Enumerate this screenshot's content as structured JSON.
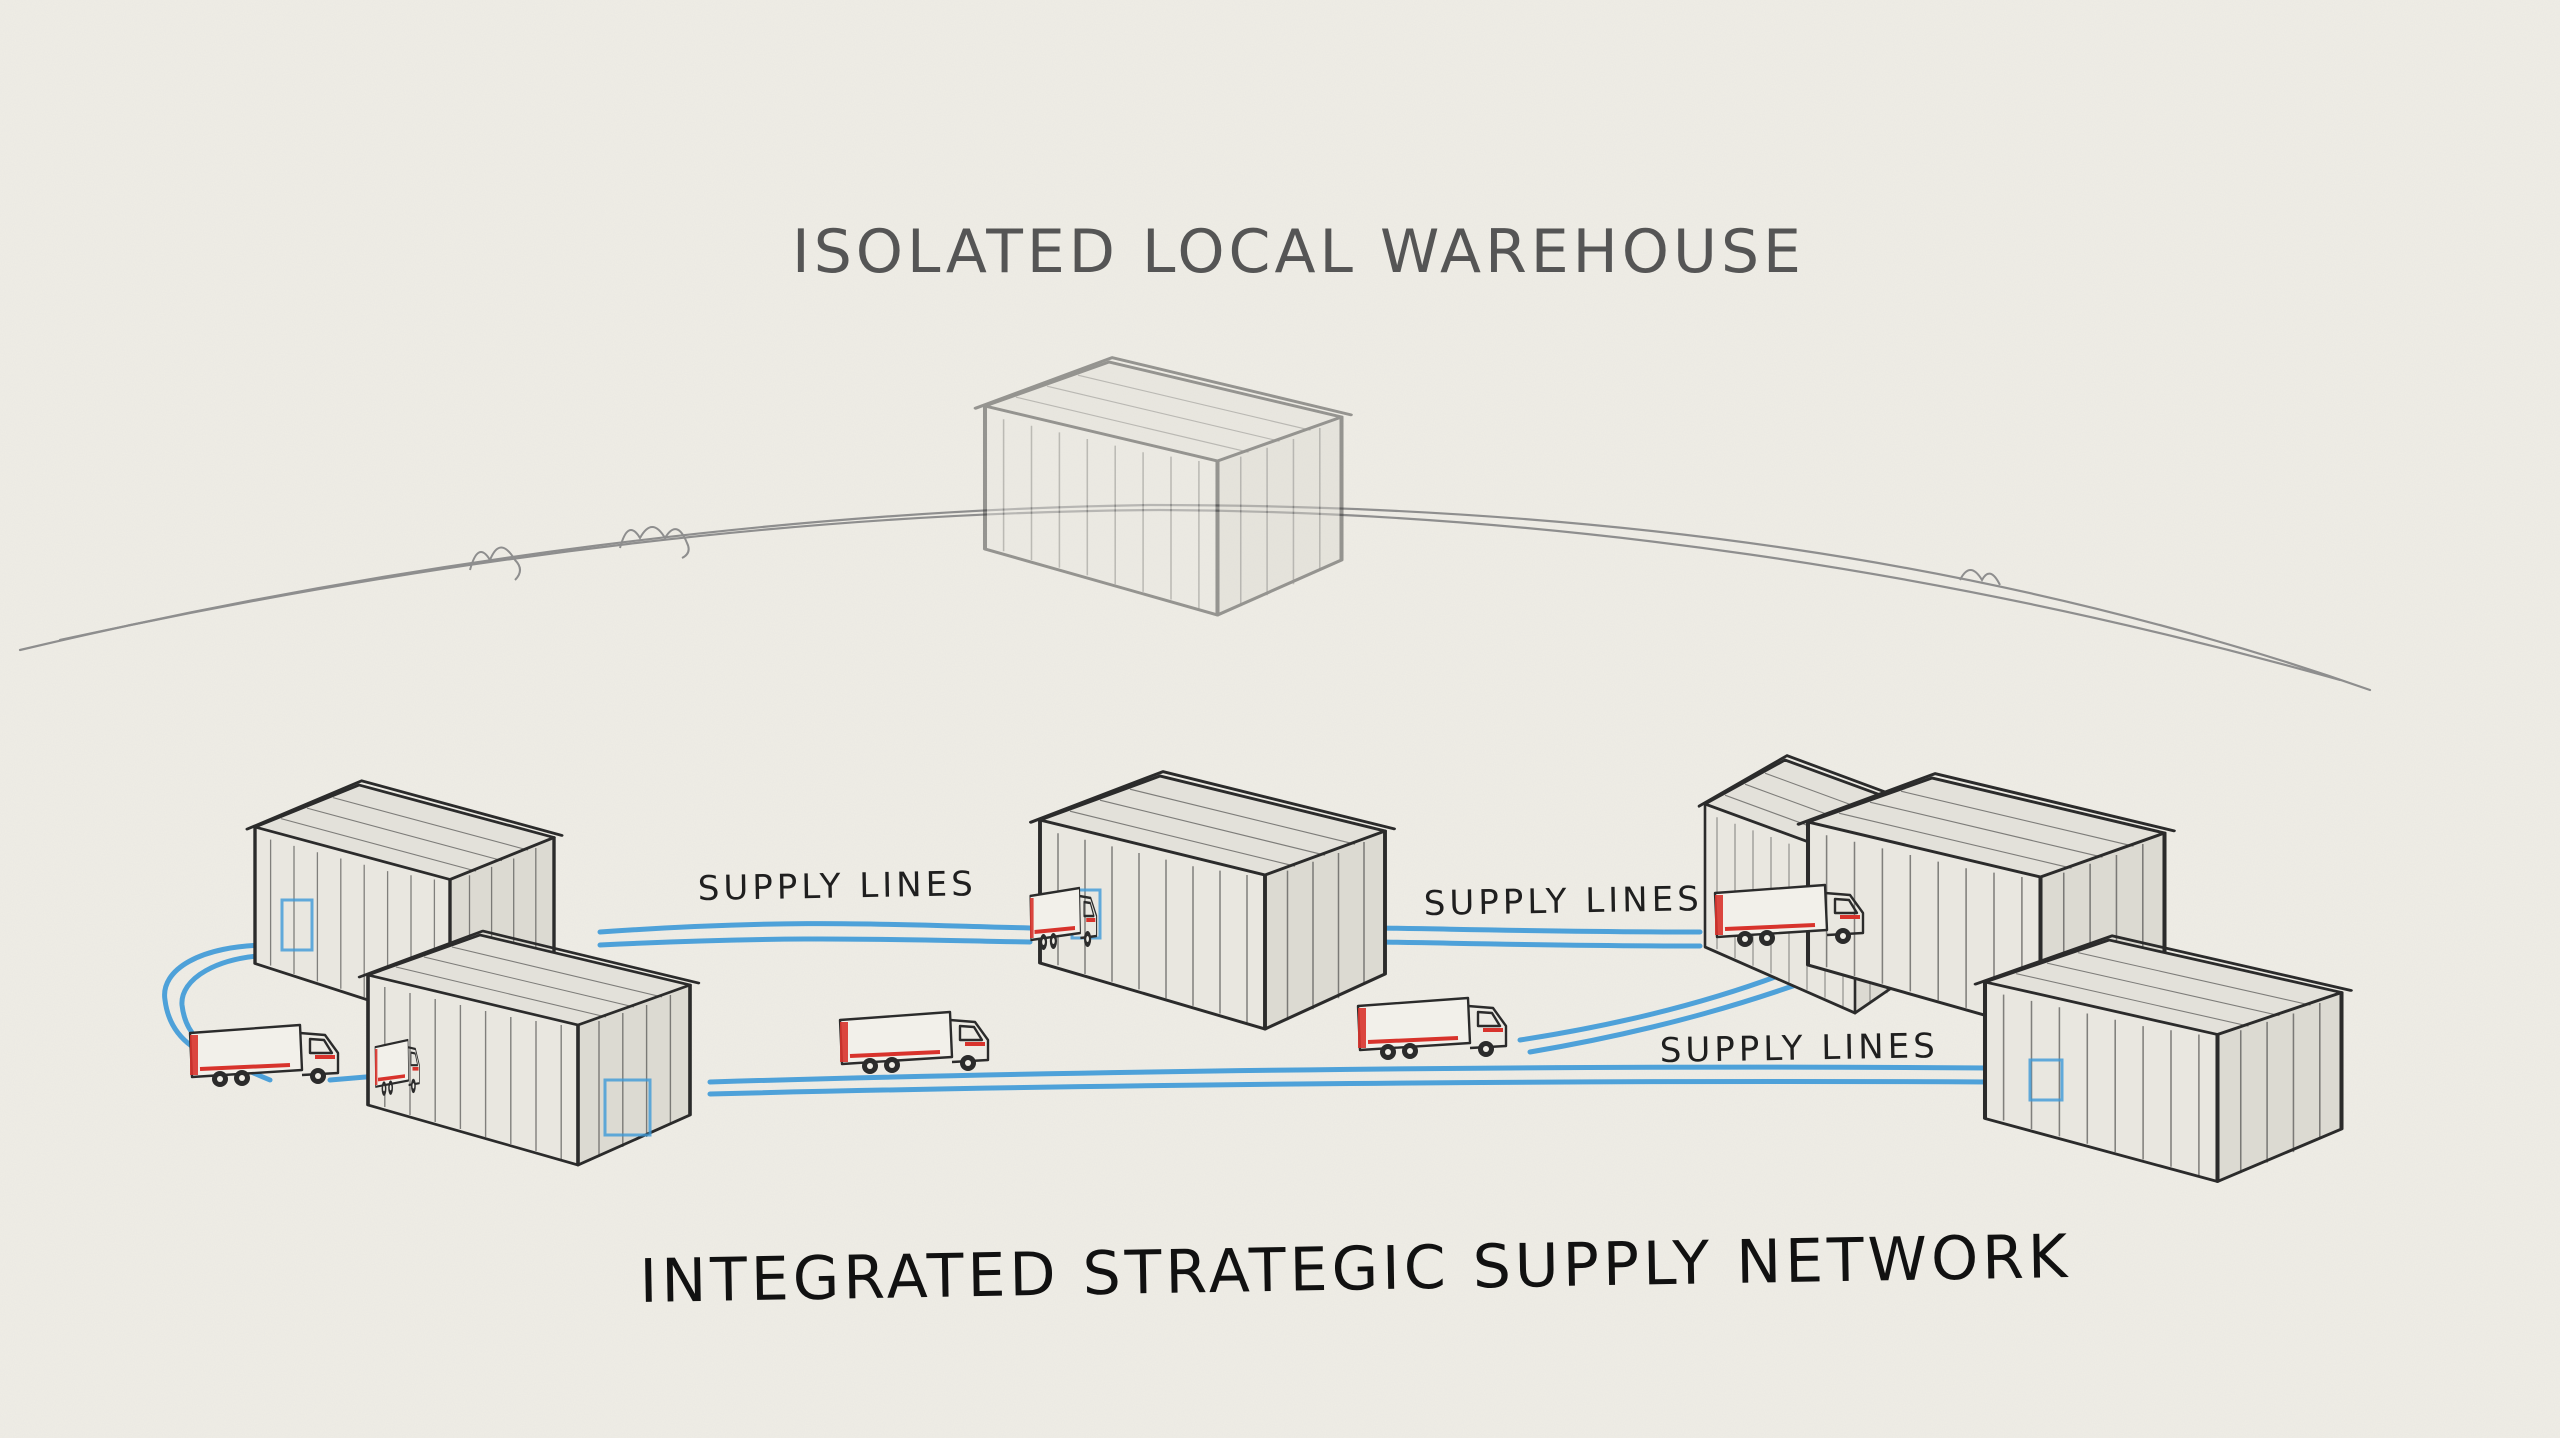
{
  "top_label": "ISOLATED LOCAL WAREHOUSE",
  "bottom_label": "INTEGRATED STRATEGIC SUPPLY NETWORK",
  "supply_labels": [
    "SUPPLY LINES",
    "SUPPLY LINES",
    "SUPPLY LINES"
  ],
  "colors": {
    "paper": "#efede6",
    "pencil": "#2b2b2b",
    "faint_pencil": "#8e8e8e",
    "supply_line": "#3d9ad8",
    "truck_accent": "#d8332c"
  },
  "icons": [
    "warehouse-icon",
    "truck-icon",
    "tree-icon"
  ]
}
